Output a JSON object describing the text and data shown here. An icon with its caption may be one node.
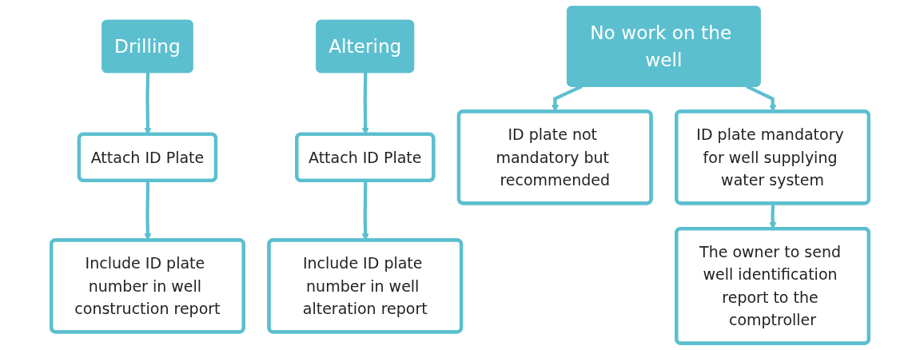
{
  "diagram": {
    "nodes": [
      {
        "text": [
          "Drilling"
        ]
      },
      {
        "text": [
          "Attach ID Plate"
        ]
      },
      {
        "text": [
          "Include ID plate number in well construction report"
        ]
      },
      {
        "text": [
          "Altering"
        ]
      },
      {
        "text": [
          "Attach ID Plate"
        ]
      },
      {
        "text": [
          "Include ID plate number in well alteration report"
        ]
      },
      {
        "text": [
          "No work on the well"
        ]
      },
      {
        "text": [
          "ID plate not mandatory but recommended"
        ]
      },
      {
        "text": [
          "ID plate mandatory for well supplying water system"
        ]
      },
      {
        "text": [
          "The owner to send well identification report to the comptroller"
        ]
      }
    ],
    "edges": [
      {
        "from": 0,
        "to": 1,
        "arrow": "to"
      },
      {
        "from": 1,
        "to": 2,
        "arrow": "to"
      },
      {
        "from": 3,
        "to": 4,
        "arrow": "to"
      },
      {
        "from": 4,
        "to": 5,
        "arrow": "to"
      },
      {
        "from": 6,
        "to": 7,
        "arrow": "to"
      },
      {
        "from": 6,
        "to": 8,
        "arrow": "to"
      },
      {
        "from": 8,
        "to": 9,
        "arrow": "to"
      }
    ]
  }
}
